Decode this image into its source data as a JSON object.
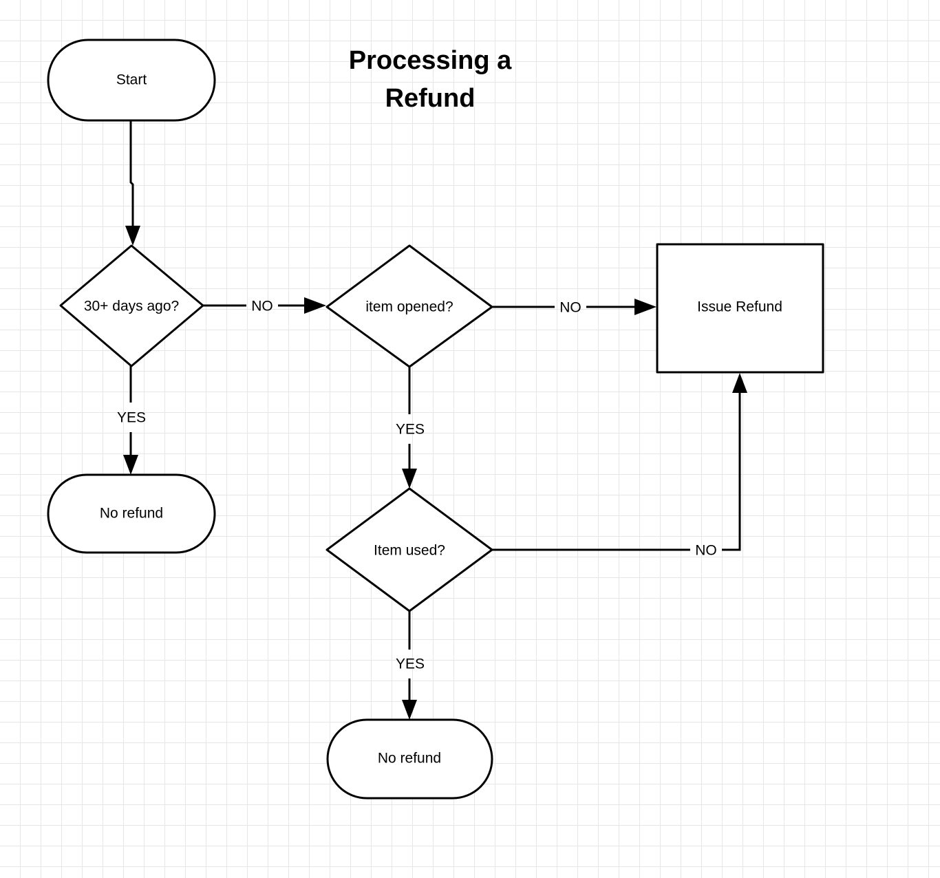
{
  "title": {
    "line1": "Processing a",
    "line2": "Refund"
  },
  "nodes": [
    {
      "id": "start",
      "label": "Start",
      "shape": "stadium"
    },
    {
      "id": "days",
      "label": "30+ days ago?",
      "shape": "diamond"
    },
    {
      "id": "no_refund_1",
      "label": "No refund",
      "shape": "stadium"
    },
    {
      "id": "opened",
      "label": "item opened?",
      "shape": "diamond"
    },
    {
      "id": "issue_refund",
      "label": "Issue Refund",
      "shape": "rectangle"
    },
    {
      "id": "used",
      "label": "Item used?",
      "shape": "diamond"
    },
    {
      "id": "no_refund_2",
      "label": "No refund",
      "shape": "stadium"
    }
  ],
  "edges": [
    {
      "id": "e1",
      "from": "start",
      "to": "days",
      "label": ""
    },
    {
      "id": "e2",
      "from": "days",
      "to": "opened",
      "label": "NO"
    },
    {
      "id": "e3",
      "from": "days",
      "to": "no_refund_1",
      "label": "YES"
    },
    {
      "id": "e4",
      "from": "opened",
      "to": "issue_refund",
      "label": "NO"
    },
    {
      "id": "e5",
      "from": "opened",
      "to": "used",
      "label": "YES"
    },
    {
      "id": "e6",
      "from": "used",
      "to": "issue_refund",
      "label": "NO"
    },
    {
      "id": "e7",
      "from": "used",
      "to": "no_refund_2",
      "label": "YES"
    }
  ],
  "colors": {
    "stroke": "#000000",
    "fill": "#ffffff",
    "grid_minor": "#e6e6e6",
    "grid_major": "#d4d4d4"
  }
}
